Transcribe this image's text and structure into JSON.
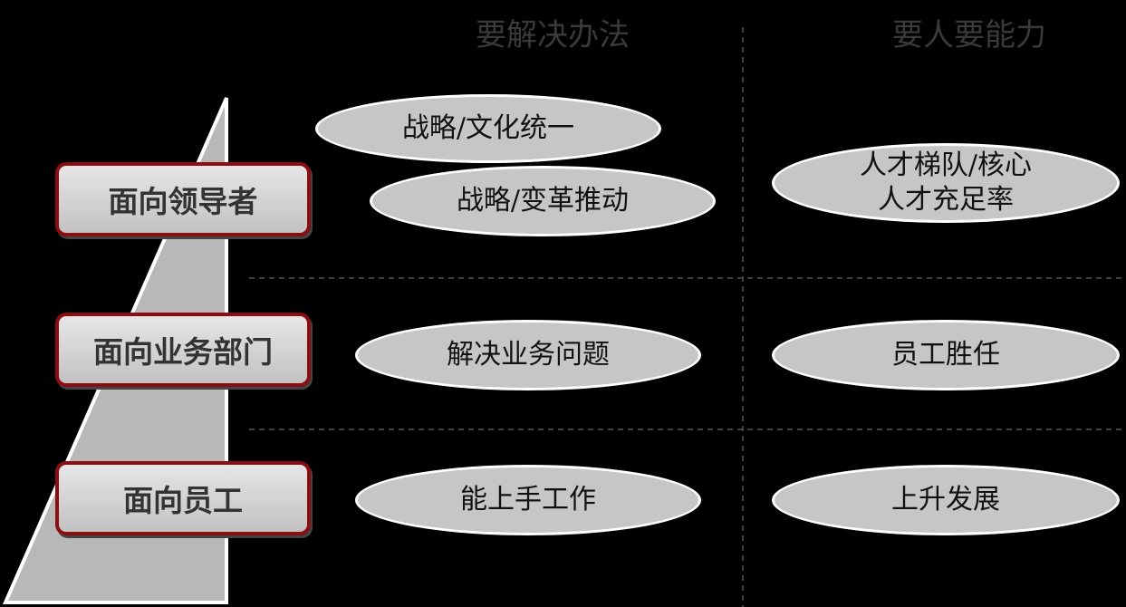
{
  "columns": {
    "solutions_header": "要解决办法",
    "talent_header": "要人要能力"
  },
  "levels": [
    {
      "label": "面向领导者"
    },
    {
      "label": "面向业务部门"
    },
    {
      "label": "面向员工"
    }
  ],
  "solutions": {
    "leader_1": "战略/文化统一",
    "leader_2": "战略/变革推动",
    "business": "解决业务问题",
    "employee": "能上手工作"
  },
  "talent": {
    "leader_line1": "人才梯队/核心",
    "leader_line2": "人才充足率",
    "business": "员工胜任",
    "employee": "上升发展"
  },
  "colors": {
    "background": "#000000",
    "box_border": "#8b0d12",
    "pill_fill": "#c6c6c6",
    "triangle_fill": "#b8b8b8"
  }
}
